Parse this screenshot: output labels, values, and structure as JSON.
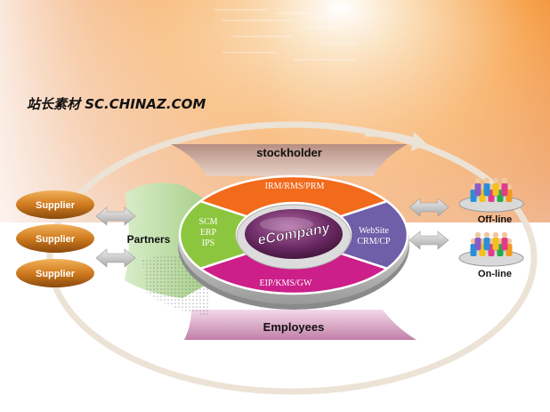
{
  "watermark": "站长素材 SC.CHINAZ.COM",
  "top_band": "stockholder",
  "bottom_band": "Employees",
  "left_group": "Partners",
  "suppliers": [
    "Supplier",
    "Supplier",
    "Supplier"
  ],
  "ring_segments": {
    "top": "IRM/RMS/PRM",
    "left": [
      "SCM",
      "ERP",
      "IPS"
    ],
    "right": [
      "WebSite",
      "CRM/CP"
    ],
    "bottom": "EIP/KMS/GW"
  },
  "center": "eCompany",
  "customers": {
    "offline": "Off-line",
    "online": "On-line"
  },
  "colors": {
    "segment_top": "#f26a1b",
    "segment_left": "#8cc63f",
    "segment_right": "#6f5fa8",
    "segment_bottom": "#cc1f8a",
    "hub": "#6a2a63",
    "supplier": "#c9711c",
    "band_top": "#c9a596",
    "band_bottom": "#c98bb0",
    "partners": "#b9d9a1"
  }
}
